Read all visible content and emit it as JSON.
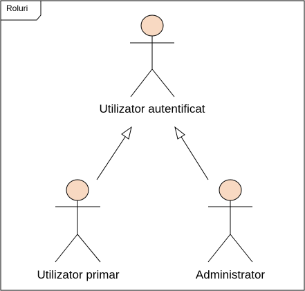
{
  "diagram": {
    "frame_label": "Roluri",
    "actors": [
      {
        "id": "authenticated",
        "label": "Utilizator autentificat"
      },
      {
        "id": "primary",
        "label": "Utilizator primar"
      },
      {
        "id": "admin",
        "label": "Administrator"
      }
    ],
    "generalizations": [
      {
        "from": "primary",
        "to": "authenticated"
      },
      {
        "from": "admin",
        "to": "authenticated"
      }
    ],
    "colors": {
      "actor_head_fill": "#f8d9c2",
      "stroke": "#000000"
    }
  }
}
